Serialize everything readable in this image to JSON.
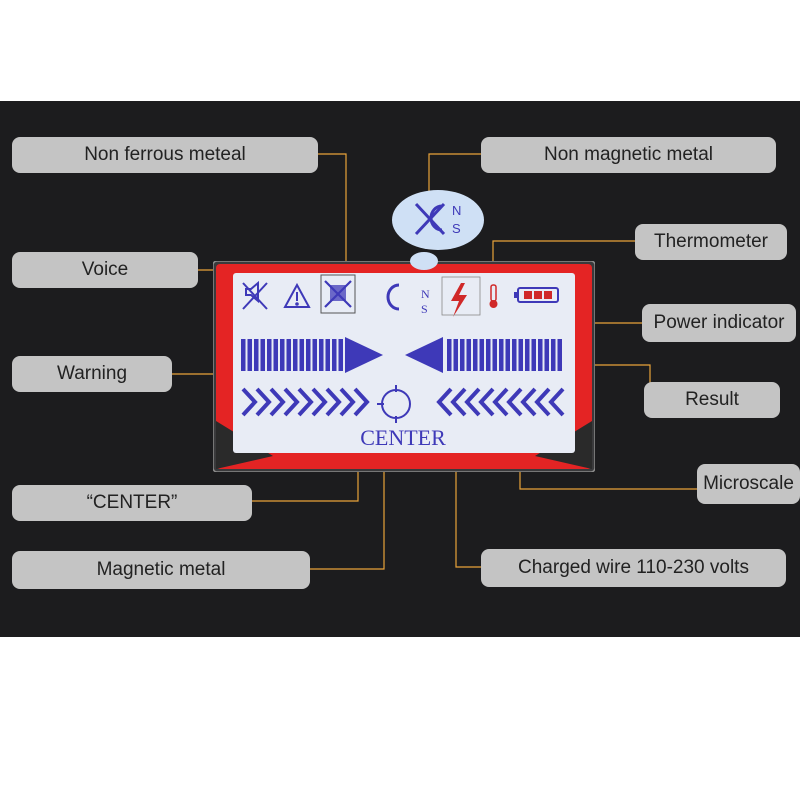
{
  "labels": {
    "non_ferrous": "Non ferrous meteal",
    "non_magnetic": "Non magnetic metal",
    "thermometer": "Thermometer",
    "voice": "Voice",
    "power_indicator": "Power indicator",
    "warning": "Warning",
    "result": "Result",
    "microscale": "Microscale",
    "center": "“CENTER”",
    "magnetic_metal": "Magnetic metal",
    "charged_wire": "Charged wire 110-230 volts"
  },
  "lcd": {
    "center_text": "CENTER",
    "bubble_n": "N",
    "bubble_s": "S",
    "magnet_n": "N",
    "magnet_s": "S"
  },
  "icons": [
    "no-voice-icon",
    "warning-icon",
    "non-ferrous-icon",
    "magnet-icon",
    "lightning-icon",
    "thermometer-icon",
    "battery-icon",
    "target-icon"
  ],
  "colors": {
    "panel": "#1c1c1e",
    "label_bg": "#c4c4c4",
    "leader": "#e8a33a",
    "device_red": "#e42424",
    "lcd_bg": "#e8ecf5",
    "lcd_ink": "#3e39b8"
  }
}
